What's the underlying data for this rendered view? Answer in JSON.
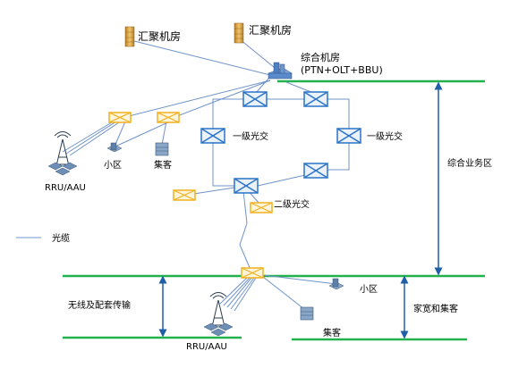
{
  "labels": {
    "aggregation_room_left": "汇聚机房",
    "aggregation_room_right": "汇聚机房",
    "integrated_room": "综合机房",
    "integrated_room_equipment": "(PTN+OLT+BBU)",
    "level1_left": "一级光交",
    "level1_right": "一级光交",
    "level2": "二级光交",
    "rru_top": "RRU/AAU",
    "rru_bottom": "RRU/AAU",
    "residential_top": "小区",
    "residential_bottom": "小区",
    "cluster_customer_top": "集客",
    "cluster_customer_bottom": "集客",
    "integrated_service_area": "综合业务区",
    "wireless_transport": "无线及配套传输",
    "broadband_cluster": "家宽和集客",
    "legend_fiber": "光缆"
  },
  "colors": {
    "fiber_line": "#6f93c9",
    "boundary_line": "#22b14c",
    "arrow": "#1f5fa8",
    "node_blue": "#2a73c6",
    "node_yellow": "#f2b01e",
    "building": "#d9a441"
  }
}
